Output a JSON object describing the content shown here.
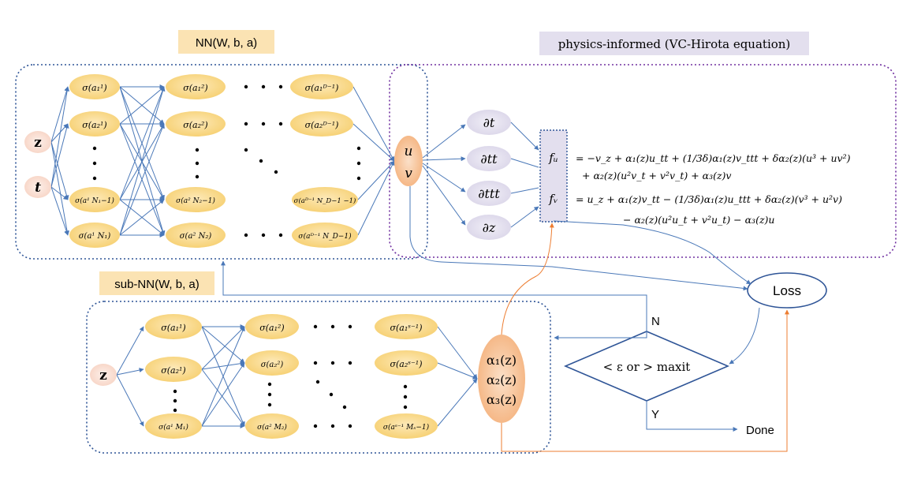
{
  "titles": {
    "nn": "NN(W, b, a)",
    "physics": "physics-informed (VC-Hirota equation)",
    "subnn": "sub-NN(W, b, a)"
  },
  "inputs": {
    "z": "z",
    "t": "t",
    "sub_z": "z"
  },
  "main_nn": {
    "col1": [
      "σ(a₁¹)",
      "σ(a₂¹)",
      "σ(a¹ N₁−1)",
      "σ(a¹ N₁)"
    ],
    "col2": [
      "σ(a₁²)",
      "σ(a₂²)",
      "σ(a² N₂−1)",
      "σ(a² N₂)"
    ],
    "col3": [
      "σ(a₁ᴰ⁻¹)",
      "σ(a₂ᴰ⁻¹)",
      "σ(aᴰ⁻¹ N_D−1 −1)",
      "σ(aᴰ⁻¹ N_D−1)"
    ],
    "output_u": "u",
    "output_v": "v"
  },
  "derivatives": [
    "∂t",
    "∂tt",
    "∂ttt",
    "∂z"
  ],
  "residual_labels": [
    "fᵤ",
    "fᵥ"
  ],
  "equations": {
    "fu_line1": "= −v_z + α₁(z)u_tt + (1/3δ)α₁(z)v_ttt + δα₂(z)(u³ + uv²)",
    "fu_line2": "+ α₂(z)(u²v_t + v²v_t) + α₃(z)v",
    "fv_line1": "= u_z + α₁(z)v_tt − (1/3δ)α₁(z)u_ttt + δα₂(z)(v³ + u²v)",
    "fv_line2": "− α₂(z)(u²u_t + v²u_t) − α₃(z)u"
  },
  "sub_nn": {
    "col1": [
      "σ(a₁¹)",
      "σ(a₂¹)",
      "σ(a¹ M₁)"
    ],
    "col2": [
      "σ(a₁²)",
      "σ(a₂²)",
      "σ(a² M₂)"
    ],
    "col3": [
      "σ(a₁ˢ⁻¹)",
      "σ(a₂ˢ⁻¹)",
      "σ(aˢ⁻¹ Mₛ−1)"
    ],
    "outputs": [
      "α₁(z)",
      "α₂(z)",
      "α₃(z)"
    ]
  },
  "flow": {
    "loss": "Loss",
    "condition": "< ε  or > maxit",
    "no": "N",
    "yes": "Y",
    "done": "Done"
  },
  "colors": {
    "node_fill": "#f9d98c",
    "input_fill": "#fbe2d8",
    "output_fill": "#f8c79f",
    "deriv_fill": "#e3dfee",
    "title_bg": "#fbe3b3",
    "physics_bg": "#e3dfee",
    "blue_line": "#4a78b8",
    "dotted_blue": "#2f5597",
    "dotted_purple": "#7030a0",
    "orange_line": "#ed7d31",
    "red_coeff": "#c00000"
  }
}
